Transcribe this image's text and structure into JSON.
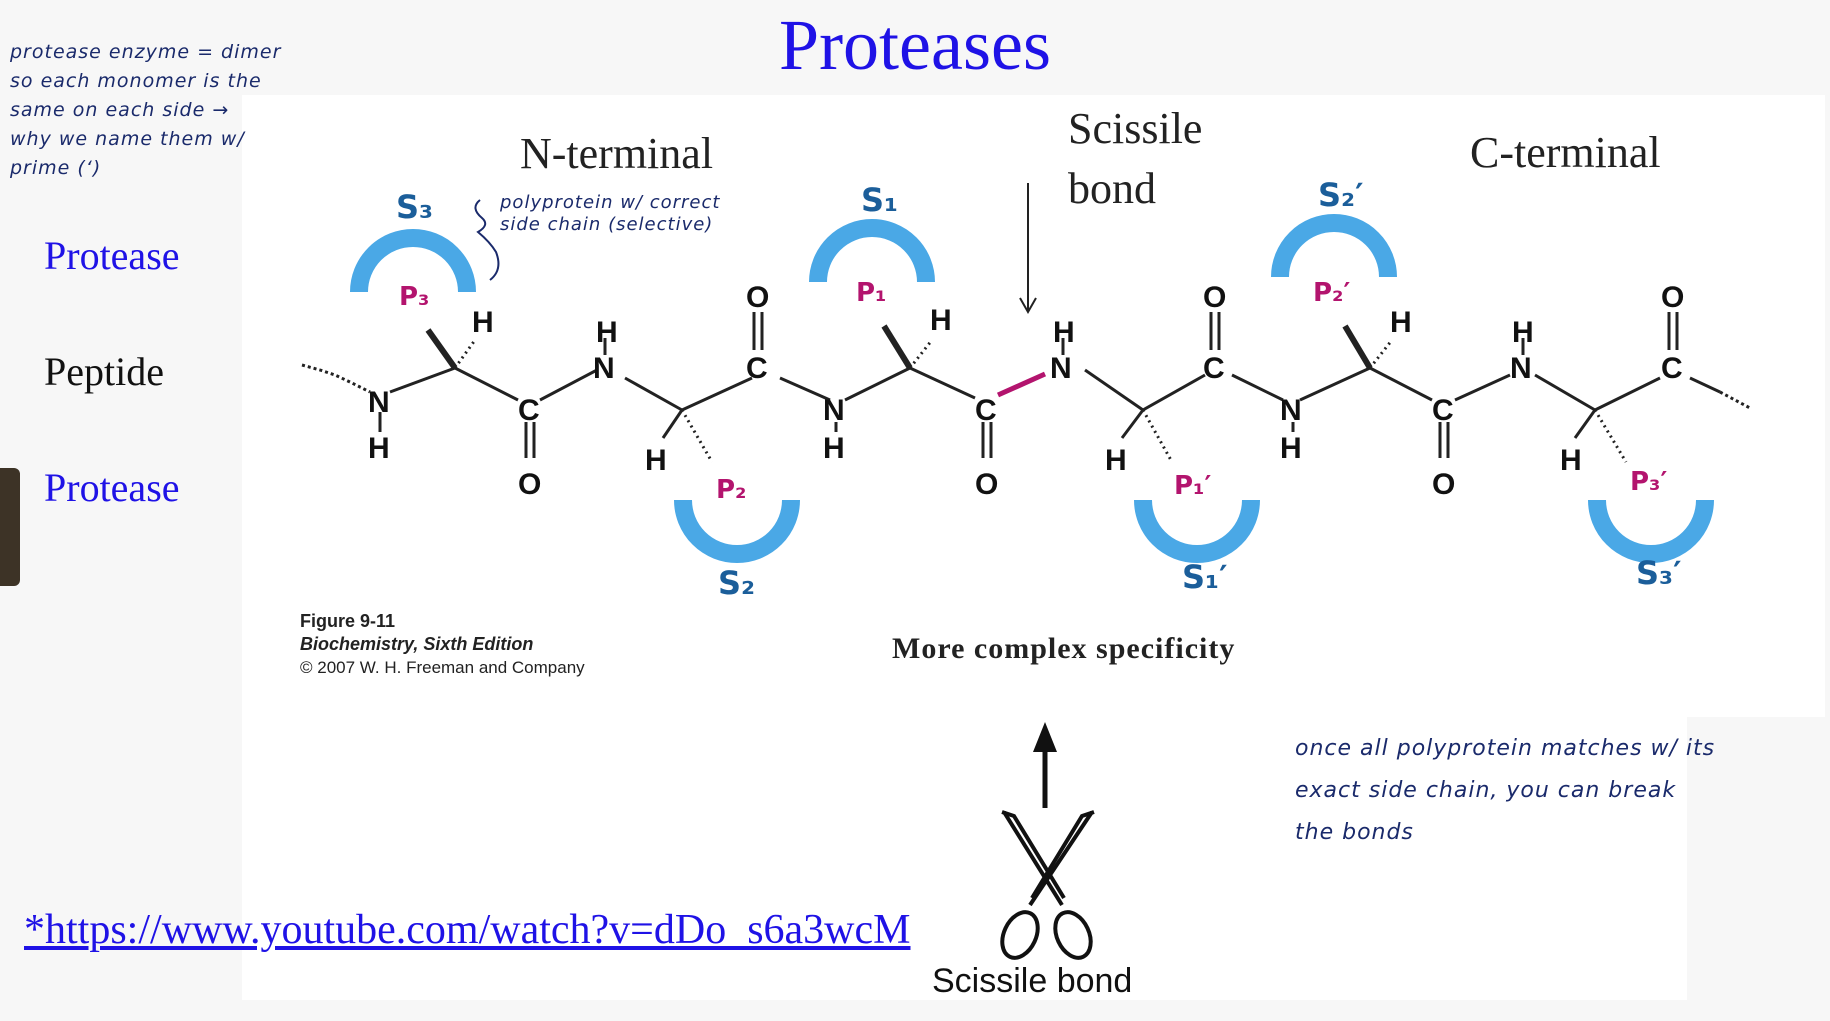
{
  "title": "Proteases",
  "notes": {
    "top_left": [
      "protease enzyme = dimer",
      "so each monomer is the",
      "same on each side →",
      "why we name them w/",
      "prime (‘)"
    ],
    "s3_note": [
      "polyprotein w/ correct",
      "side chain (selective)"
    ],
    "bottom_right": [
      "once  all  polyprotein  matches  w/  its",
      "exact  side  chain,  you  can  break",
      "the  bonds"
    ]
  },
  "side_labels": {
    "protease_top": "Protease",
    "peptide": "Peptide",
    "protease_bottom": "Protease"
  },
  "figure": {
    "n_terminal": "N-terminal",
    "scissile_line1": "Scissile",
    "scissile_line2": "bond",
    "c_terminal": "C-terminal",
    "subsites": {
      "s3": "S₃",
      "s2": "S₂",
      "s1": "S₁",
      "s1p": "S₁′",
      "s2p": "S₂′",
      "s3p": "S₃′"
    },
    "residues": {
      "p3": "P₃",
      "p2": "P₂",
      "p1": "P₁",
      "p1p": "P₁′",
      "p2p": "P₂′",
      "p3p": "P₃′"
    },
    "atoms": {
      "h": "H",
      "n": "N",
      "c": "C",
      "o": "O"
    },
    "caption_title": "Figure 9-11",
    "caption_edition": "Biochemistry, Sixth Edition",
    "caption_copy": "© 2007 W. H. Freeman and Company",
    "subcaption": "More complex specificity"
  },
  "link": "*https://www.youtube.com/watch?v=dDo_s6a3wcM",
  "scissile_caption": "Scissile bond",
  "colors": {
    "title_blue": "#1f12e6",
    "subsite_blue": "#4aa8e6",
    "subsite_label": "#1b5e9a",
    "residue_magenta": "#b3146e",
    "handwriting": "#1a2a6b"
  }
}
